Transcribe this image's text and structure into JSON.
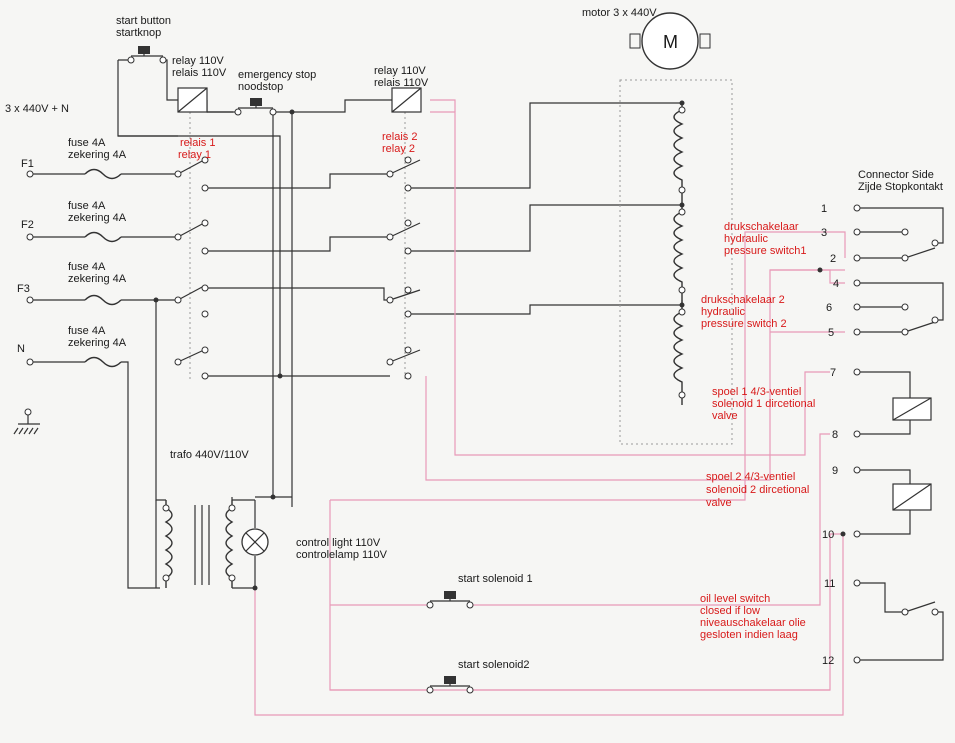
{
  "labels": {
    "start_button": [
      "start button",
      "startknop"
    ],
    "relay1_top": [
      "relay 110V",
      "relais 110V"
    ],
    "emergency_stop": [
      "emergency stop",
      "noodstop"
    ],
    "relay2_top": [
      "relay 110V",
      "relais 110V"
    ],
    "motor": "motor 3 x 440V",
    "motor_symbol": "M",
    "supply": "3 x 440V + N",
    "relay1_name": [
      "relais 1",
      "relay 1"
    ],
    "relay2_name": [
      "relais 2",
      "relay 2"
    ],
    "fuses": [
      {
        "phase": "F1",
        "line1": "fuse 4A",
        "line2": "zekering 4A"
      },
      {
        "phase": "F2",
        "line1": "fuse 4A",
        "line2": "zekering 4A"
      },
      {
        "phase": "F3",
        "line1": "fuse 4A",
        "line2": "zekering 4A"
      },
      {
        "phase": "N",
        "line1": "fuse 4A",
        "line2": "zekering 4A"
      }
    ],
    "trafo": "trafo 440V/110V",
    "control_light": [
      "control light 110V",
      "controlelamp 110V"
    ],
    "start_solenoid_1": "start solenoid 1",
    "start_solenoid_2": "start solenoid2",
    "connector_side": [
      "Connector Side",
      "Zijde Stopkontakt"
    ],
    "connector_numbers": [
      "1",
      "3",
      "2",
      "4",
      "6",
      "5",
      "7",
      "8",
      "9",
      "10",
      "11",
      "12"
    ],
    "pressure_switch_1": [
      "drukschakelaar",
      "hydraulic",
      "pressure switch1"
    ],
    "pressure_switch_2": [
      "drukschakelaar 2",
      "hydraulic",
      "pressure switch 2"
    ],
    "solenoid_1": [
      "spoel 1 4/3-ventiel",
      "solenoid 1 dircetional",
      " valve"
    ],
    "solenoid_2": [
      "spoel 2  4/3-ventiel",
      "solenoid 2 dircetional",
      " valve"
    ],
    "oil_level": [
      "oil level switch",
      "closed if low",
      "niveauschakelaar olie",
      "gesloten indien laag"
    ]
  },
  "colors": {
    "wire": "#333333",
    "pink_wire": "#e89ab8",
    "red_text": "#d81a1a",
    "background": "#f6f6f4"
  }
}
